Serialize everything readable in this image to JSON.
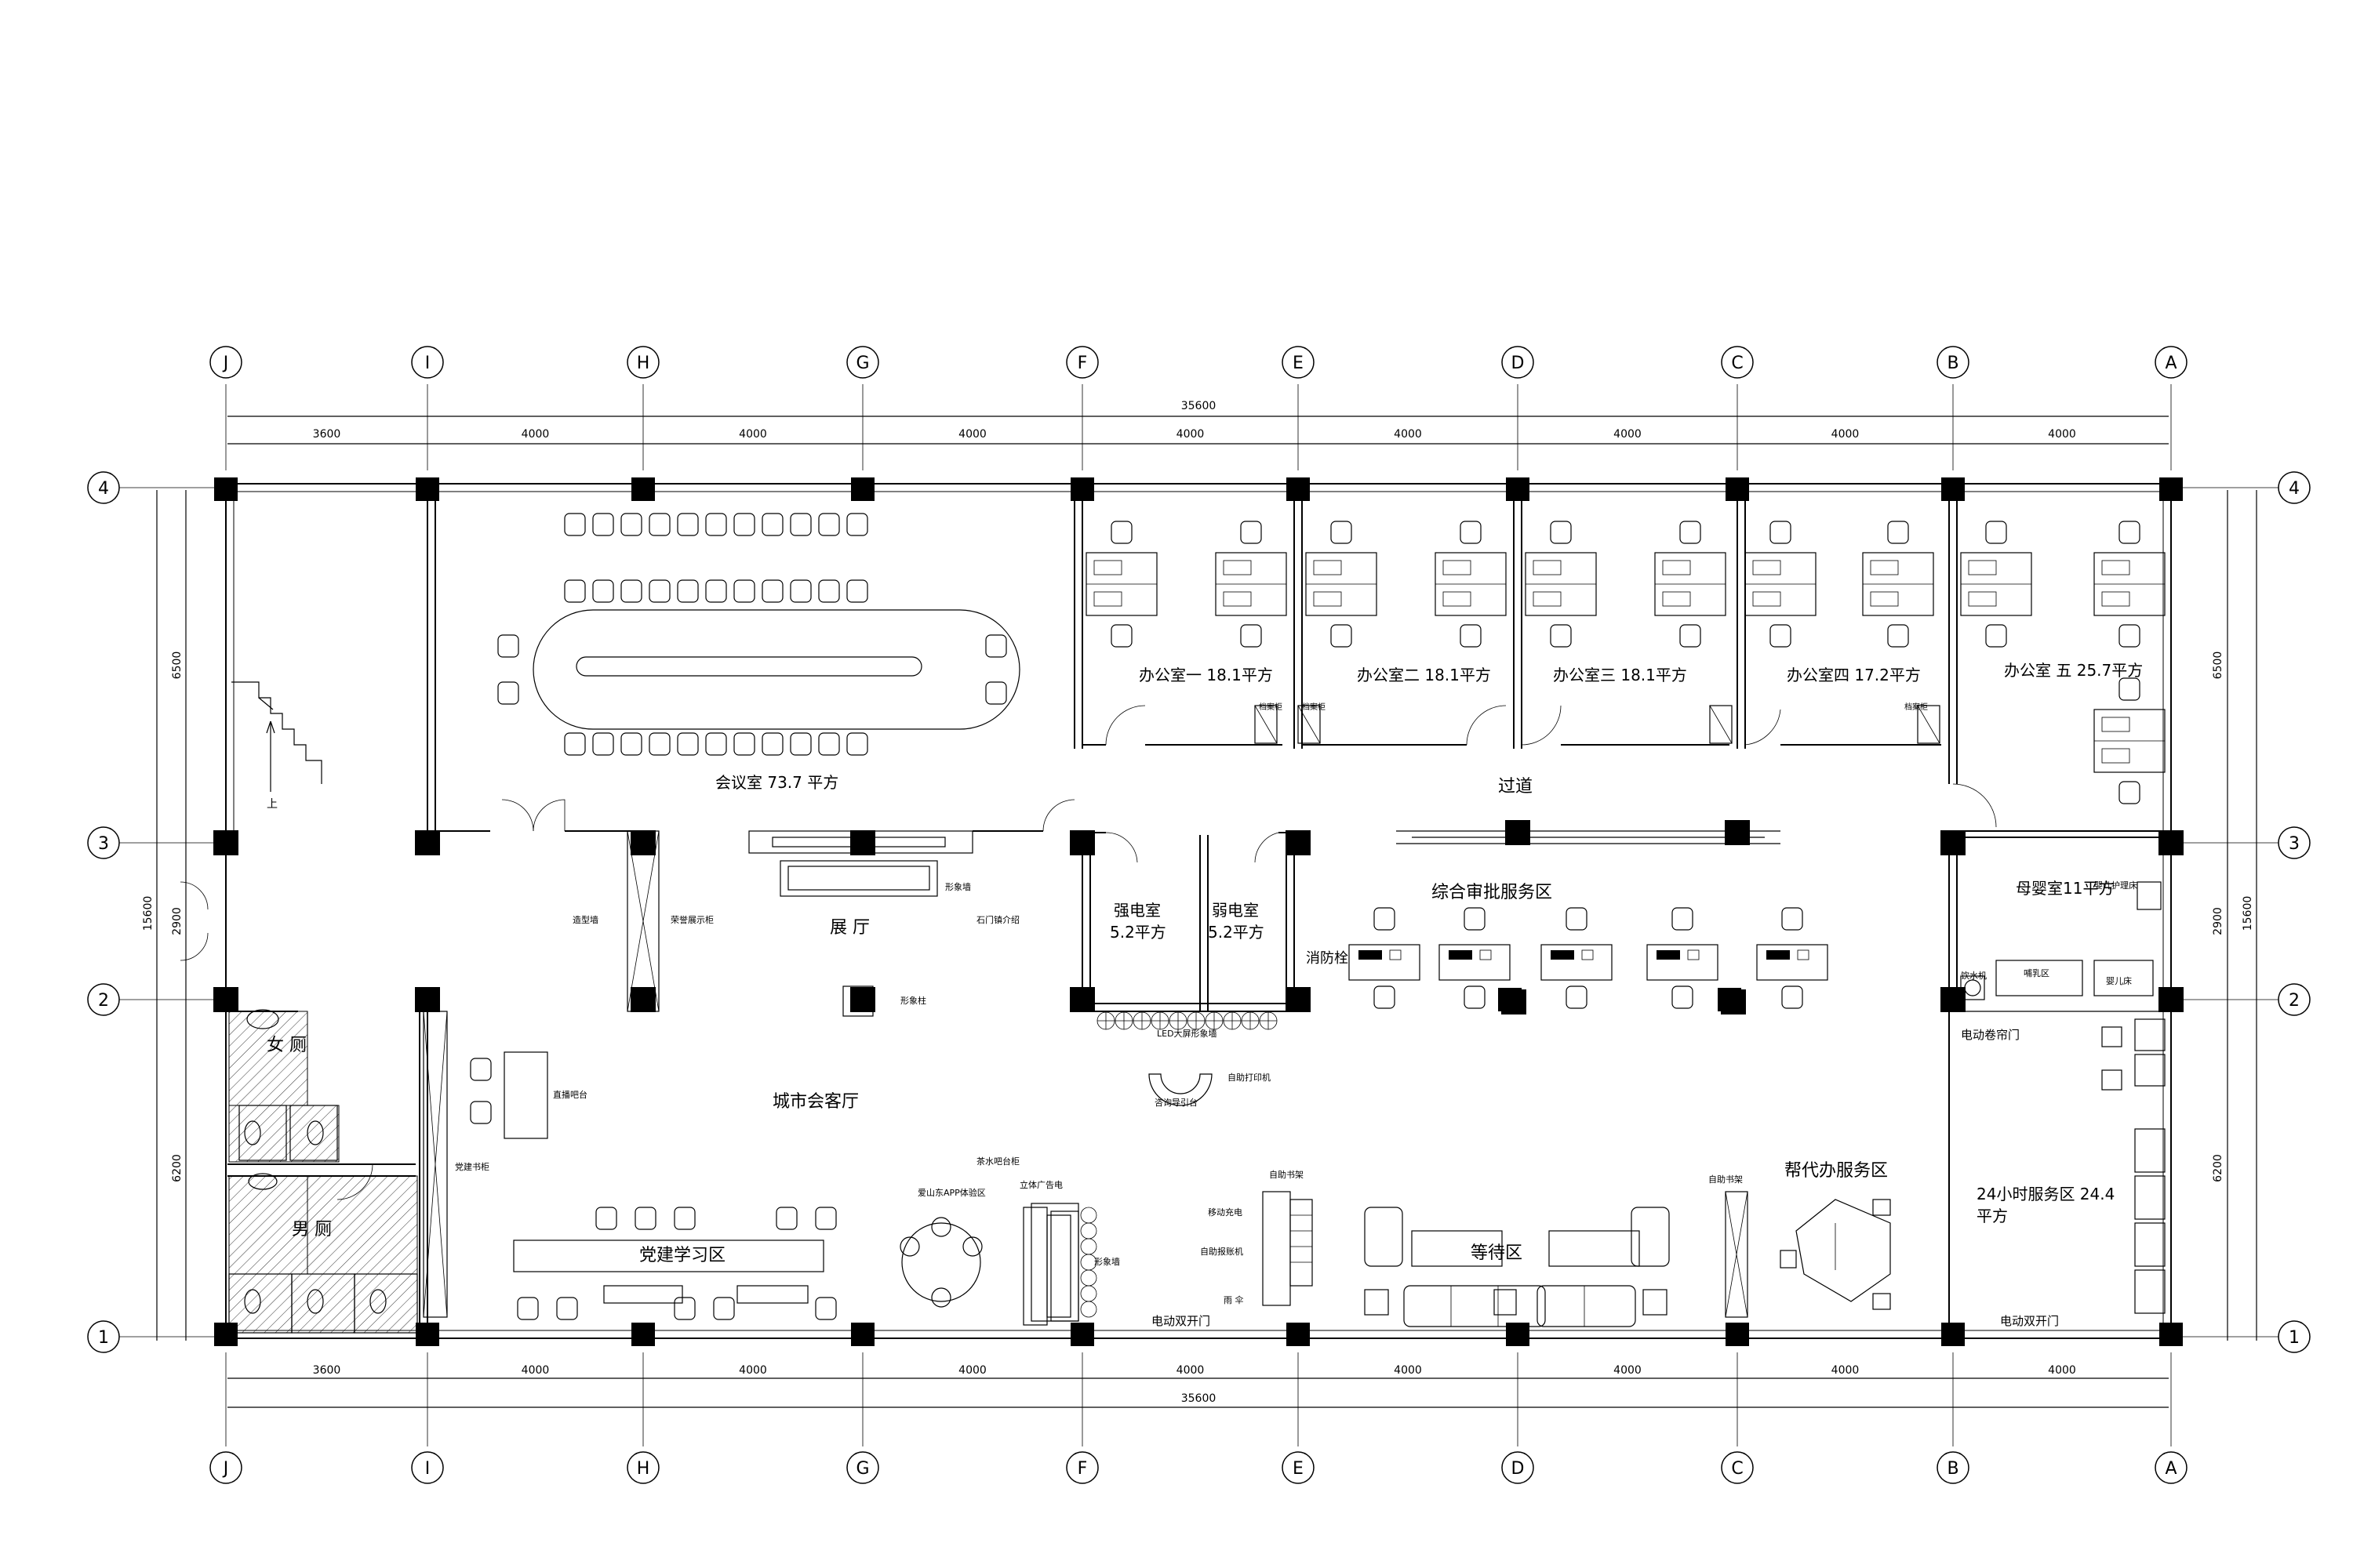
{
  "axes": {
    "letters": [
      "J",
      "I",
      "H",
      "G",
      "F",
      "E",
      "D",
      "C",
      "B",
      "A"
    ],
    "numbers": [
      "4",
      "3",
      "2",
      "1"
    ]
  },
  "dimensions": {
    "total": "35600",
    "top_spans": [
      "3600",
      "4000",
      "4000",
      "4000",
      "4000",
      "4000",
      "4000",
      "4000",
      "4000"
    ],
    "bottom_spans": [
      "3600",
      "4000",
      "4000",
      "4000",
      "4000",
      "4000",
      "4000",
      "4000",
      "4000"
    ],
    "left_spans": [
      "6500",
      "2900",
      "6200"
    ],
    "left_total": "15600",
    "right_spans": [
      "6500",
      "2900",
      "6200"
    ],
    "right_total": "15600"
  },
  "rooms": {
    "meeting": "会议室 73.7 平方",
    "office1": "办公室一 18.1平方",
    "office2": "办公室二 18.1平方",
    "office3": "办公室三 18.1平方",
    "office4": "办公室四 17.2平方",
    "office5": "办公室 五 25.7平方",
    "corridor": "过道",
    "exhibition": "展 厅",
    "strong_room": "强电室",
    "strong_area": "5.2平方",
    "weak_room": "弱电室",
    "weak_area": "5.2平方",
    "approval": "综合审批服务区",
    "mother": "母婴室11平方",
    "city_hall": "城市会客厅",
    "women": "女 厕",
    "men": "男 厕",
    "party": "党建学习区",
    "waiting": "等待区",
    "help": "帮代办服务区",
    "service24_line1": "24小时服务区  24.4",
    "service24_line2": "平方",
    "stairs_up": "上"
  },
  "small_labels": {
    "archive1": "档案柜",
    "archive2": "档案柜",
    "archive3": "档案柜",
    "image_station": "形象墙",
    "shimen": "石门镇介绍",
    "model_station": "造型墙",
    "honor": "荣誉展示柜",
    "image_pole": "形象柱",
    "fire": "消防栓",
    "led": "LED大屏形象墙",
    "self_print": "自助打印机",
    "guide": "咨询导引台",
    "live": "直播吧台",
    "party_cabinet": "党建书柜",
    "tea": "茶水吧台柜",
    "app": "爱山东APP体验区",
    "ad": "立体广告电",
    "image_wall2": "形象墙",
    "self_book": "自助书架",
    "mobile_charge": "移动充电",
    "self_sign": "自助报账机",
    "umbrella": "雨 伞",
    "self_book2": "自助书架",
    "water": "饮水机",
    "milk": "哺乳区",
    "baby_bed": "婴儿床",
    "baby_room_sign": "婴儿护理床",
    "rolling_door": "电动卷帘门",
    "door_left": "电动双开门",
    "door_right": "电动双开门"
  }
}
